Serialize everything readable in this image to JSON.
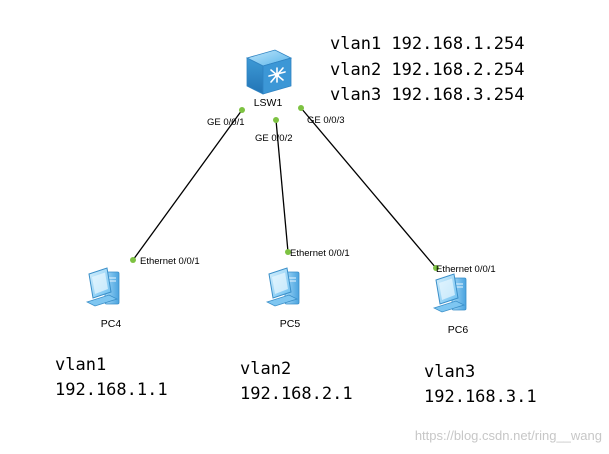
{
  "switch": {
    "name": "LSW1"
  },
  "switch_ips": [
    "vlan1 192.168.1.254",
    "vlan2 192.168.2.254",
    "vlan3 192.168.3.254"
  ],
  "links": [
    {
      "switch_port": "GE 0/0/1",
      "pc_port": "Ethernet 0/0/1",
      "pc": "PC4"
    },
    {
      "switch_port": "GE 0/0/2",
      "pc_port": "Ethernet 0/0/1",
      "pc": "PC5"
    },
    {
      "switch_port": "GE 0/0/3",
      "pc_port": "Ethernet 0/0/1",
      "pc": "PC6"
    }
  ],
  "pc_info": [
    {
      "vlan": "vlan1",
      "ip": "192.168.1.1"
    },
    {
      "vlan": "vlan2",
      "ip": "192.168.2.1"
    },
    {
      "vlan": "vlan3",
      "ip": "192.168.3.1"
    }
  ],
  "watermark": "https://blog.csdn.net/ring__wang",
  "colors": {
    "link": "#000000",
    "port_dot": "#7dc241",
    "device_blue": "#4aa3df"
  }
}
